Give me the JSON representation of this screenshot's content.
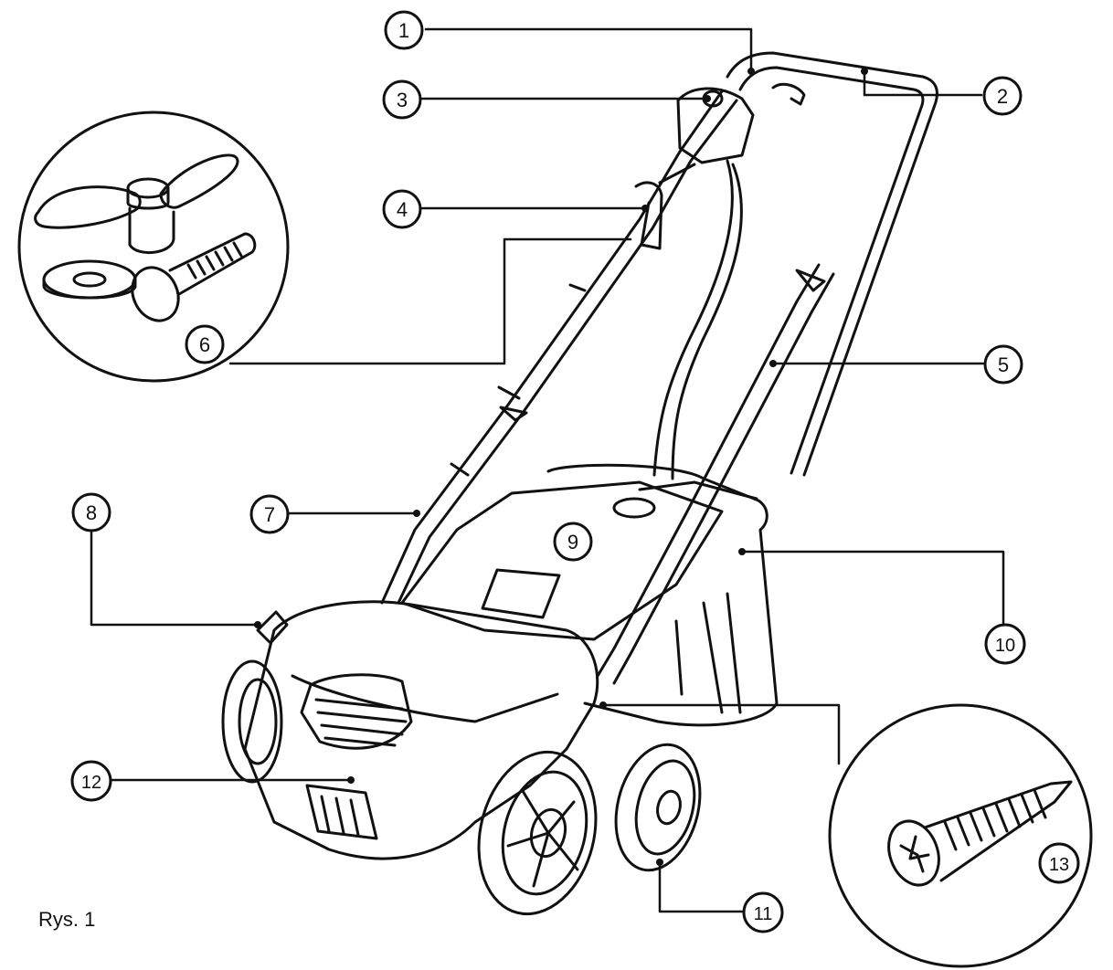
{
  "caption": "Rys. 1",
  "callouts": [
    {
      "id": "1",
      "text": "1"
    },
    {
      "id": "2",
      "text": "2"
    },
    {
      "id": "3",
      "text": "3"
    },
    {
      "id": "4",
      "text": "4"
    },
    {
      "id": "5",
      "text": "5"
    },
    {
      "id": "6",
      "text": "6"
    },
    {
      "id": "7",
      "text": "7"
    },
    {
      "id": "8",
      "text": "8"
    },
    {
      "id": "9",
      "text": "9"
    },
    {
      "id": "10",
      "text": "10"
    },
    {
      "id": "11",
      "text": "11"
    },
    {
      "id": "12",
      "text": "12"
    },
    {
      "id": "13",
      "text": "13"
    }
  ]
}
